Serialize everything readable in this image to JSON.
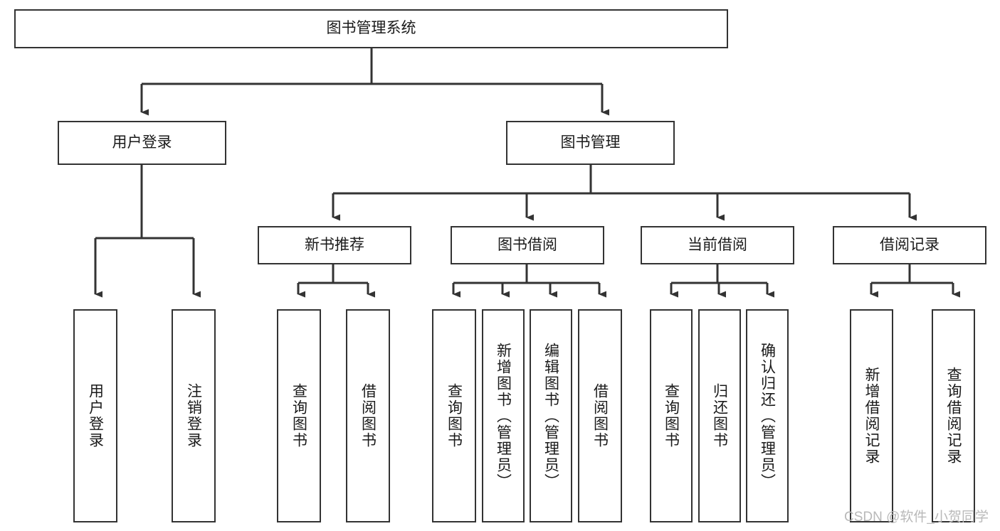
{
  "diagram": {
    "title": "图书管理系统",
    "type": "tree-hierarchy-chart",
    "watermark": "CSDN @软件_小贺同学",
    "colors": {
      "box_border": "#333333",
      "box_fill": "#ffffff",
      "edge": "#333333",
      "text": "#1a1a1a",
      "watermark": "#b9b9b9",
      "background": "#ffffff"
    },
    "root": {
      "label": "图书管理系统"
    },
    "level2": [
      {
        "label": "用户登录"
      },
      {
        "label": "图书管理"
      }
    ],
    "level3": [
      {
        "label": "新书推荐"
      },
      {
        "label": "图书借阅"
      },
      {
        "label": "当前借阅"
      },
      {
        "label": "借阅记录"
      }
    ],
    "leaves": {
      "user_login": [
        {
          "label": "用户登录"
        },
        {
          "label": "注销登录"
        }
      ],
      "new_book_recommend": [
        {
          "label": "查询图书"
        },
        {
          "label": "借阅图书"
        }
      ],
      "book_borrow": [
        {
          "label": "查询图书"
        },
        {
          "label": "新增图书（管理员）"
        },
        {
          "label": "编辑图书（管理员）"
        },
        {
          "label": "借阅图书"
        }
      ],
      "current_borrow": [
        {
          "label": "查询图书"
        },
        {
          "label": "归还图书"
        },
        {
          "label": "确认归还（管理员）"
        }
      ],
      "borrow_records": [
        {
          "label": "新增借阅记录"
        },
        {
          "label": "查询借阅记录"
        }
      ]
    }
  }
}
